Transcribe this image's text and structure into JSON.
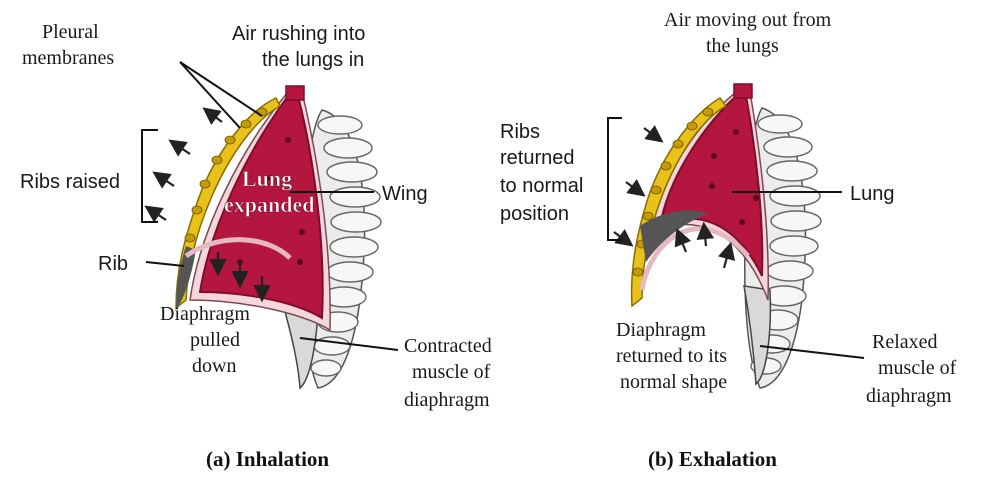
{
  "inhalation": {
    "caption": "(a) Inhalation",
    "air_label_1": "Air rushing into",
    "air_label_2": "the lungs in",
    "pleural_1": "Pleural",
    "pleural_2": "membranes",
    "ribs_raised": "Ribs raised",
    "rib": "Rib",
    "wing": "Wing",
    "lung_1": "Lung",
    "lung_2": "expanded",
    "diaphragm_1": "Diaphragm",
    "diaphragm_2": "pulled",
    "diaphragm_3": "down",
    "muscle_1": "Contracted",
    "muscle_2": "muscle of",
    "muscle_3": "diaphragm"
  },
  "exhalation": {
    "caption": "(b) Exhalation",
    "air_label_1": "Air moving out from",
    "air_label_2": "the lungs",
    "ribs_1": "Ribs",
    "ribs_2": "returned",
    "ribs_3": "to normal",
    "ribs_4": "position",
    "lung": "Lung",
    "diaphragm_1": "Diaphragm",
    "diaphragm_2": "returned to its",
    "diaphragm_3": "normal shape",
    "muscle_1": "Relaxed",
    "muscle_2": "muscle of",
    "muscle_3": "diaphragm"
  },
  "colors": {
    "lung": "#b5163f",
    "lung_dark": "#7d0d2a",
    "rib": "#e8c21a",
    "pleura": "#f4d6dc",
    "spine": "#f2f2f2"
  }
}
